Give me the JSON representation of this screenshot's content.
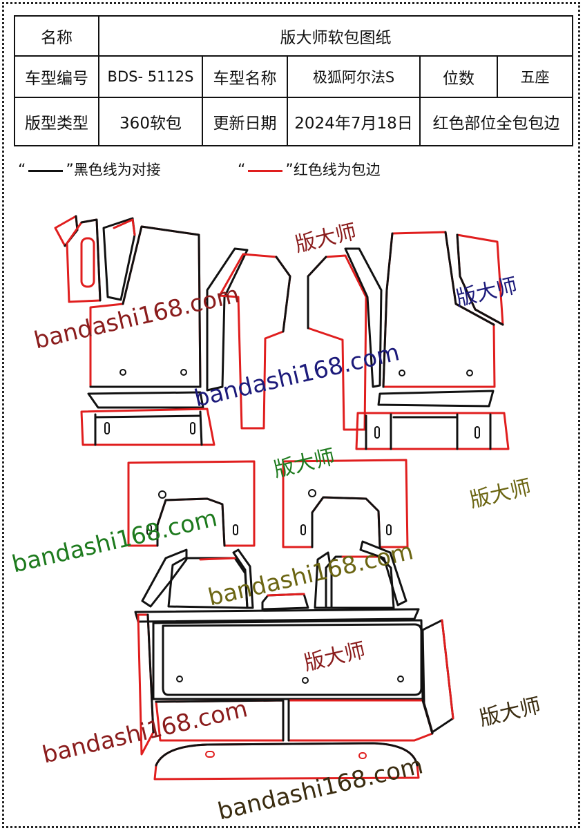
{
  "spec_table": {
    "row1": {
      "name_label": "名称",
      "name_value": "版大师软包图纸"
    },
    "row2": {
      "model_code_label": "车型编号",
      "model_code_value": "BDS- 5112S",
      "model_name_label": "车型名称",
      "model_name_value": "极狐阿尔法S",
      "seats_label": "位数",
      "seats_value": "五座"
    },
    "row3": {
      "type_label": "版型类型",
      "type_value": "360软包",
      "update_label": "更新日期",
      "update_value": "2024年7月18日",
      "note": "红色部位全包包边"
    }
  },
  "legend": {
    "black_open": "“",
    "black_close": "”",
    "black_text": "黑色线为对接",
    "red_open": "“",
    "red_close": "”",
    "red_text": "红色线为包边"
  },
  "watermarks": {
    "brand": "版大师",
    "url": "bandashi168.com",
    "colors": {
      "red": "#8a1c1c",
      "blue": "#1c1a7a",
      "green": "#1d7a1d",
      "olive": "#6b6512"
    }
  },
  "colors": {
    "black_line": "#111111",
    "red_line": "#e01e1e"
  }
}
